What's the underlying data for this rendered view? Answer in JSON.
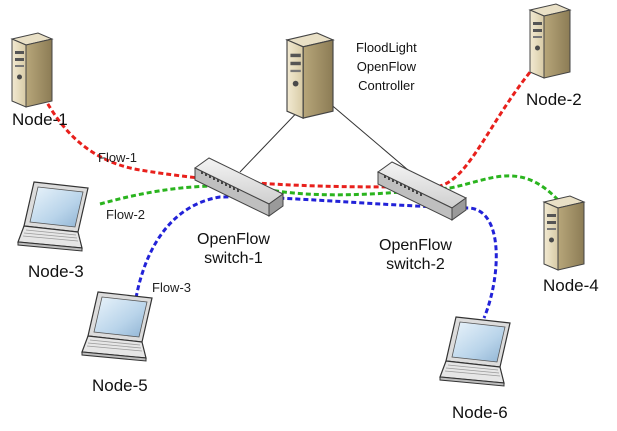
{
  "controller": {
    "line1": "FloodLight",
    "line2": "OpenFlow",
    "line3": "Controller"
  },
  "switches": [
    {
      "line1": "OpenFlow",
      "line2": "switch-1"
    },
    {
      "line1": "OpenFlow",
      "line2": "switch-2"
    }
  ],
  "nodes": [
    {
      "label": "Node-1",
      "icon": "server-tower-icon"
    },
    {
      "label": "Node-2",
      "icon": "server-tower-icon"
    },
    {
      "label": "Node-3",
      "icon": "laptop-icon"
    },
    {
      "label": "Node-4",
      "icon": "server-tower-icon"
    },
    {
      "label": "Node-5",
      "icon": "laptop-icon"
    },
    {
      "label": "Node-6",
      "icon": "laptop-icon"
    }
  ],
  "flows": [
    {
      "label": "Flow-1",
      "color": "#e8201c"
    },
    {
      "label": "Flow-2",
      "color": "#2ab41e"
    },
    {
      "label": "Flow-3",
      "color": "#2222d8"
    }
  ]
}
